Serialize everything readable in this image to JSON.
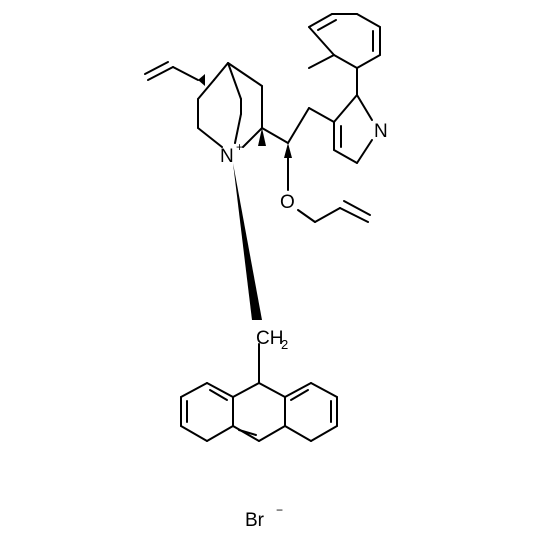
{
  "atoms": {
    "n_ring": "N",
    "n_plus": "N",
    "n_plus_charge": "+",
    "oxygen": "O",
    "ch2": "CH",
    "ch2_sub": "2",
    "bromide": "Br",
    "bromide_charge": "−"
  },
  "colors": {
    "bond": "#000000",
    "background": "#ffffff"
  }
}
